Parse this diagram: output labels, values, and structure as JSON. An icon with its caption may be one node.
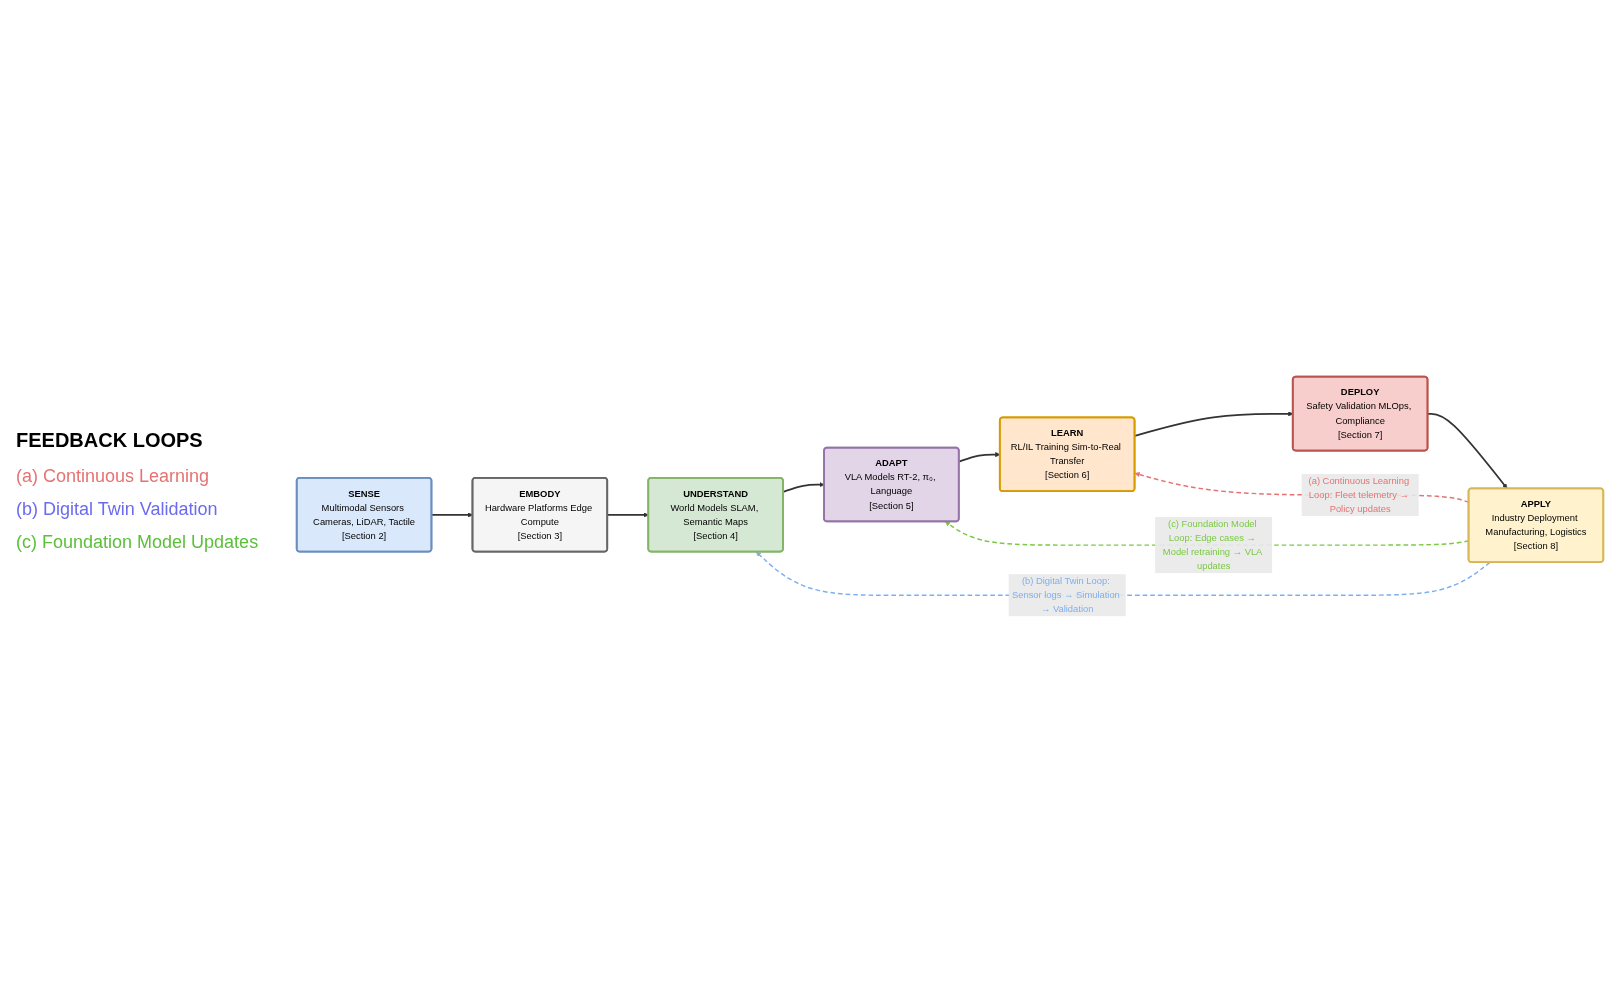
{
  "diagram": {
    "nodes": [
      {
        "text": [
          "SENSE",
          "Multimodal Sensors Cameras, LiDAR, Tactile",
          "[Section 2]"
        ]
      },
      {
        "text": [
          "EMBODY",
          "Hardware Platforms Edge Compute",
          "[Section 3]"
        ]
      },
      {
        "text": [
          "UNDERSTAND",
          "World Models SLAM, Semantic Maps",
          "[Section 4]"
        ]
      },
      {
        "text": [
          "ADAPT",
          "VLA Models RT-2, π₀, Language",
          "[Section 5]"
        ]
      },
      {
        "text": [
          "APPLY",
          "Industry Deployment Manufacturing, Logistics",
          "[Section 8]"
        ]
      },
      {
        "text": [
          "DEPLOY",
          "Safety Validation MLOps, Compliance",
          "[Section 7]"
        ]
      },
      {
        "text": [
          "LEARN",
          "RL/IL Training Sim-to-Real Transfer",
          "[Section 6]"
        ]
      }
    ],
    "edges": [
      {
        "from": 0,
        "to": 1,
        "arrow": "to"
      },
      {
        "from": 1,
        "to": 2,
        "arrow": "to"
      },
      {
        "from": 2,
        "to": 3,
        "arrow": "to"
      },
      {
        "from": 3,
        "to": 6,
        "arrow": "to"
      },
      {
        "from": 6,
        "to": 5,
        "arrow": "to"
      },
      {
        "from": 5,
        "to": 4,
        "arrow": "to"
      },
      {
        "from": 4,
        "to": 2,
        "arrow": "to",
        "style": "dashed",
        "color": "#7eb0f0",
        "label": "(b) Digital Twin Loop: Sensor logs → Simulation → Validation"
      },
      {
        "from": 4,
        "to": 3,
        "arrow": "to",
        "style": "dashed",
        "color": "#7ac943",
        "label": "(c) Foundation Model Loop: Edge cases → Model retraining → VLA updates"
      },
      {
        "from": 4,
        "to": 6,
        "arrow": "to",
        "style": "dashed",
        "color": "#e57373",
        "label": "(a) Continuous Learning Loop: Fleet telemetry → Policy updates"
      }
    ],
    "labels": [
      "FEEDBACK LOOPS"
    ],
    "legend": [
      {
        "text": "(a) Continuous Learning",
        "color": "#e57373"
      },
      {
        "text": "(b) Digital Twin Validation",
        "color": "#6b6bf0"
      },
      {
        "text": "(c) Foundation Model Updates",
        "color": "#5cbf3a"
      }
    ]
  }
}
